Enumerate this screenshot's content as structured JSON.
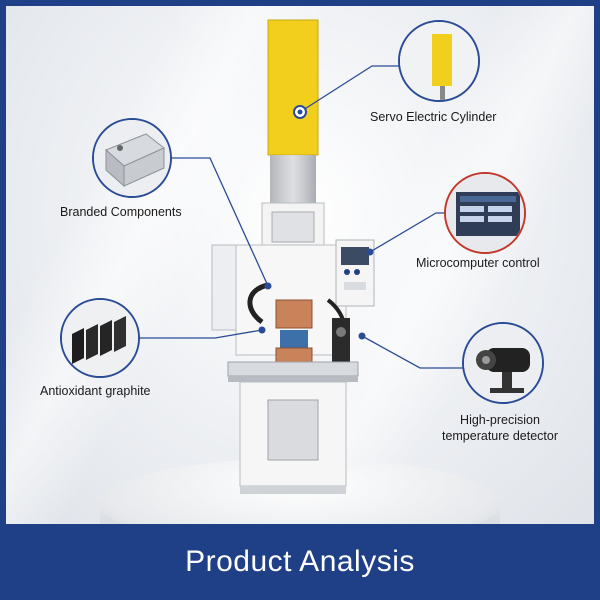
{
  "callouts": {
    "servo": "Servo Electric Cylinder",
    "branded": "Branded Components",
    "micro": "Microcomputer control",
    "graphite": "Antioxidant graphite",
    "temp_line1": "High-precision",
    "temp_line2": "temperature detector"
  },
  "footer": {
    "title": "Product Analysis"
  },
  "colors": {
    "frame": "#1f3f86",
    "callout_line": "#2a4c97",
    "cylinder": "#f2cf1d"
  },
  "icons": [
    "servo-cylinder-icon",
    "pneumatic-cylinder-icon",
    "graphite-blocks-icon",
    "touchscreen-controller-icon",
    "temperature-sensor-icon"
  ]
}
